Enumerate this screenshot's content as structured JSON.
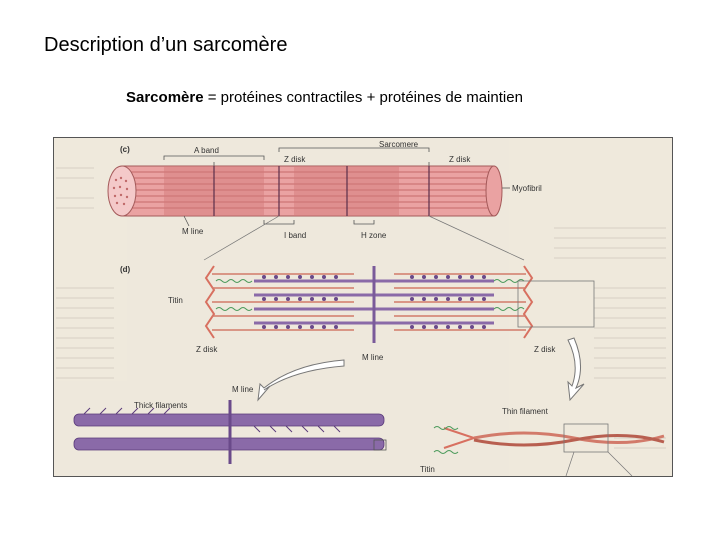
{
  "title": "Description d’un sarcomère",
  "subtitle": {
    "bold": "Sarcomère",
    "rest": " = protéines contractiles + protéines de maintien"
  },
  "figure": {
    "panel_c": "(c)",
    "panel_d": "(d)",
    "a_band": "A band",
    "sarcomere": "Sarcomere",
    "z_disk": "Z disk",
    "myofibril": "Myofibril",
    "m_line": "M line",
    "i_band": "I band",
    "h_zone": "H zone",
    "titin": "Titin",
    "thick_filaments": "Thick filaments",
    "thin_filament": "Thin filament",
    "m_line_cap": "M line"
  },
  "colors": {
    "myofibril": "#e8a0a0",
    "thick": "#8a6aa8",
    "thin": "#d27a6a",
    "titin": "#4a9a5a"
  }
}
